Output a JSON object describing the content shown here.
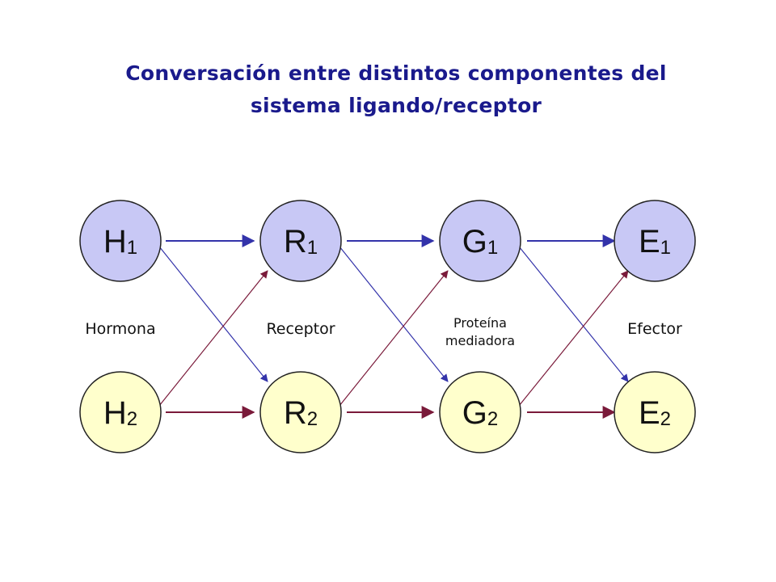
{
  "title": {
    "line1": "Conversación entre distintos componentes del",
    "line2": "sistema ligando/receptor"
  },
  "colors": {
    "title": "#1a1a8c",
    "row1_fill": "#c8c8f5",
    "row2_fill": "#ffffcc",
    "node_stroke": "#222222",
    "blue_arrow": "#3333aa",
    "red_arrow": "#7a1a3a"
  },
  "nodes": {
    "h1": {
      "letter": "H",
      "sub": "1"
    },
    "r1": {
      "letter": "R",
      "sub": "1"
    },
    "g1": {
      "letter": "G",
      "sub": "1"
    },
    "e1": {
      "letter": "E",
      "sub": "1"
    },
    "h2": {
      "letter": "H",
      "sub": "2"
    },
    "r2": {
      "letter": "R",
      "sub": "2"
    },
    "g2": {
      "letter": "G",
      "sub": "2"
    },
    "e2": {
      "letter": "E",
      "sub": "2"
    }
  },
  "labels": {
    "hormona": "Hormona",
    "receptor": "Receptor",
    "proteina_line1": "Proteína",
    "proteina_line2": "mediadora",
    "efector": "Efector"
  }
}
